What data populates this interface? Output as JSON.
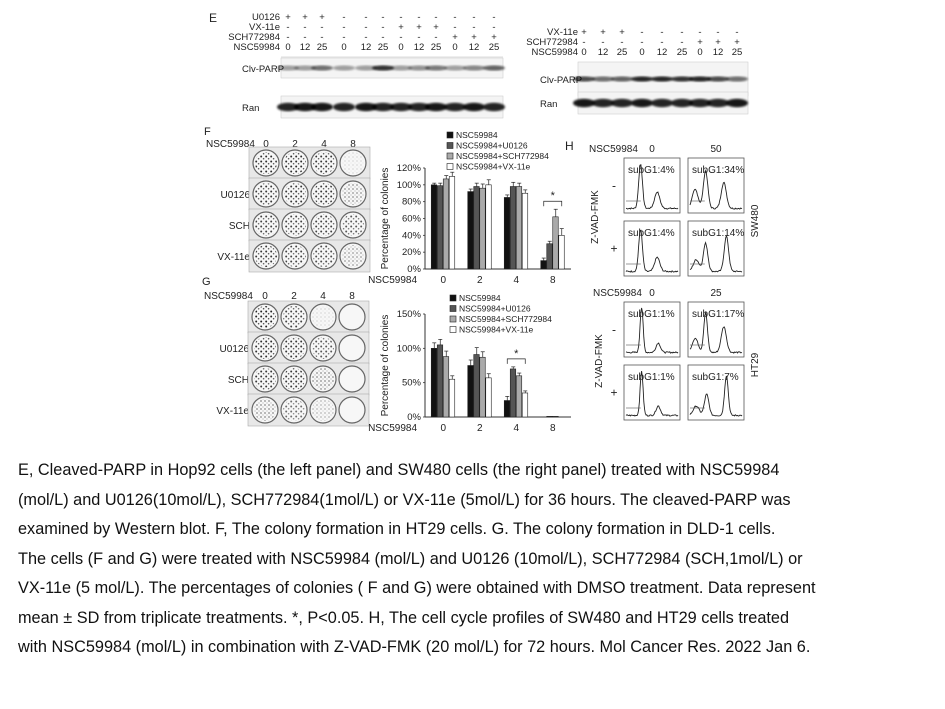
{
  "panel_e": {
    "letter": "E",
    "left": {
      "rows": [
        {
          "label": "U0126",
          "signs": [
            "+",
            "+",
            "+",
            "-",
            "-",
            "-",
            "-",
            "-",
            "-",
            "-",
            "-",
            "-"
          ]
        },
        {
          "label": "VX-11e",
          "signs": [
            "-",
            "-",
            "-",
            "-",
            "-",
            "-",
            "+",
            "+",
            "+",
            "-",
            "-",
            "-"
          ]
        },
        {
          "label": "SCH772984",
          "signs": [
            "-",
            "-",
            "-",
            "-",
            "-",
            "-",
            "-",
            "-",
            "-",
            "+",
            "+",
            "+"
          ]
        },
        {
          "label": "NSC59984",
          "signs": [
            "0",
            "12",
            "25",
            "0",
            "12",
            "25",
            "0",
            "12",
            "25",
            "0",
            "12",
            "25"
          ]
        }
      ],
      "bands": [
        "Clv-PARP",
        "Ran"
      ]
    },
    "right": {
      "rows": [
        {
          "label": "VX-11e",
          "signs": [
            "+",
            "+",
            "+",
            "-",
            "-",
            "-",
            "-",
            "-",
            "-"
          ]
        },
        {
          "label": "SCH772984",
          "signs": [
            "-",
            "-",
            "-",
            "-",
            "-",
            "-",
            "+",
            "+",
            "+"
          ]
        },
        {
          "label": "NSC59984",
          "signs": [
            "0",
            "12",
            "25",
            "0",
            "12",
            "25",
            "0",
            "12",
            "25"
          ]
        }
      ],
      "bands": [
        "Clv-PARP",
        "Ran"
      ]
    }
  },
  "panel_f": {
    "letter": "F",
    "top_label": "NSC59984",
    "cols": [
      "0",
      "2",
      "4",
      "8"
    ],
    "rows": [
      "",
      "U0126",
      "SCH",
      "VX-11e"
    ]
  },
  "panel_g": {
    "letter": "G",
    "top_label": "NSC59984",
    "cols": [
      "0",
      "2",
      "4",
      "8"
    ],
    "rows": [
      "",
      "U0126",
      "SCH",
      "VX-11e"
    ]
  },
  "panel_h": {
    "letter": "H",
    "sw480": {
      "top_label": "NSC59984",
      "cols": [
        "0",
        "50"
      ],
      "cell_line": "SW480",
      "ylabel": "Z-VAD-FMK",
      "treat": [
        "-",
        "+"
      ],
      "subg1": [
        [
          "subG1:4%",
          "subG1:34%"
        ],
        [
          "subG1:4%",
          "subG1:14%"
        ]
      ]
    },
    "ht29": {
      "top_label": "NSC59984",
      "cols": [
        "0",
        "25"
      ],
      "cell_line": "HT29",
      "ylabel": "Z-VAD-FMK",
      "treat": [
        "-",
        "+"
      ],
      "subg1": [
        [
          "subG1:1%",
          "subG1:17%"
        ],
        [
          "subG1:1%",
          "subG1:7%"
        ]
      ]
    }
  },
  "chart_data": [
    {
      "type": "bar",
      "panel": "F",
      "xlabel": "NSC59984",
      "ylabel": "Percentage of colonies",
      "categories": [
        "0",
        "2",
        "4",
        "8"
      ],
      "yticks": [
        "0%",
        "20%",
        "40%",
        "60%",
        "80%",
        "100%",
        "120%"
      ],
      "ylim": [
        0,
        120
      ],
      "annotation": "*",
      "series": [
        {
          "name": "NSC59984",
          "values": [
            100,
            92,
            85,
            10
          ],
          "errors": [
            2,
            3,
            3,
            3
          ],
          "color": "#111111"
        },
        {
          "name": "NSC59984+U0126",
          "values": [
            99,
            98,
            98,
            30
          ],
          "errors": [
            3,
            4,
            5,
            3
          ],
          "color": "#555555"
        },
        {
          "name": "NSC59984+SCH772984",
          "values": [
            107,
            96,
            98,
            62
          ],
          "errors": [
            4,
            5,
            4,
            9
          ],
          "color": "#aaaaaa"
        },
        {
          "name": "NSC59984+VX-11e",
          "values": [
            110,
            100,
            90,
            40
          ],
          "errors": [
            5,
            6,
            4,
            8
          ],
          "color": "#ffffff"
        }
      ]
    },
    {
      "type": "bar",
      "panel": "G",
      "xlabel": "NSC59984",
      "ylabel": "Percentage of colonies",
      "categories": [
        "0",
        "2",
        "4",
        "8"
      ],
      "yticks": [
        "0%",
        "50%",
        "100%",
        "150%"
      ],
      "ylim": [
        0,
        150
      ],
      "annotation": "*",
      "series": [
        {
          "name": "NSC59984",
          "values": [
            100,
            75,
            24,
            0
          ],
          "errors": [
            8,
            8,
            6,
            0
          ],
          "color": "#111111"
        },
        {
          "name": "NSC59984+U0126",
          "values": [
            105,
            91,
            70,
            1
          ],
          "errors": [
            8,
            10,
            3,
            0
          ],
          "color": "#555555"
        },
        {
          "name": "NSC59984+SCH772984",
          "values": [
            88,
            87,
            60,
            1
          ],
          "errors": [
            8,
            8,
            4,
            0
          ],
          "color": "#aaaaaa"
        },
        {
          "name": "NSC59984+VX-11e",
          "values": [
            55,
            57,
            35,
            0
          ],
          "errors": [
            5,
            6,
            3,
            0
          ],
          "color": "#ffffff"
        }
      ]
    }
  ],
  "caption": [
    "E, Cleaved-PARP in Hop92 cells (the left panel) and SW480 cells (the right panel) treated with NSC59984",
    "(mol/L) and U0126(10mol/L), SCH772984(1mol/L) or VX-11e (5mol/L) for 36 hours. The cleaved-PARP was",
    "examined by Western blot. F, The colony formation in HT29 cells. G. The colony formation in DLD-1 cells.",
    "The cells (F and G) were treated with NSC59984 (mol/L) and U0126 (10mol/L), SCH772984 (SCH,1mol/L) or",
    "VX-11e (5 mol/L). The percentages of colonies ( F and G) were obtained with DMSO treatment. Data represent",
    "mean ± SD from triplicate treatments. *, P<0.05. H, The cell cycle profiles of SW480 and HT29 cells treated",
    "with NSC59984 (mol/L) in combination with Z-VAD-FMK (20 mol/L) for 72 hours. Mol Cancer Res. 2022 Jan 6."
  ]
}
